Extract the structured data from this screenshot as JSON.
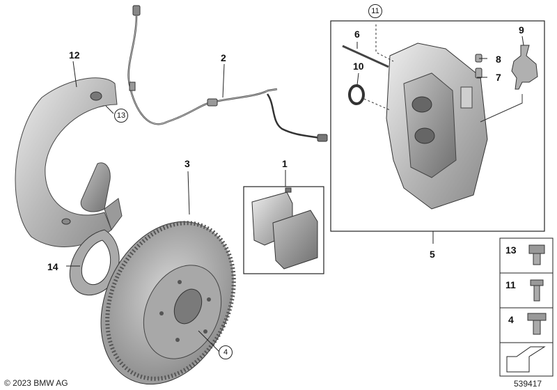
{
  "labels": {
    "p1": "1",
    "p2": "2",
    "p3": "3",
    "p4": "4",
    "p5": "5",
    "p6": "6",
    "p7": "7",
    "p8": "8",
    "p9": "9",
    "p10": "10",
    "p11": "11",
    "p12": "12",
    "p13": "13",
    "p14": "14"
  },
  "fastener_panel": {
    "row1": "13",
    "row2": "11",
    "row3": "4"
  },
  "copyright": "© 2023 BMW AG",
  "diagram_number": "539417"
}
